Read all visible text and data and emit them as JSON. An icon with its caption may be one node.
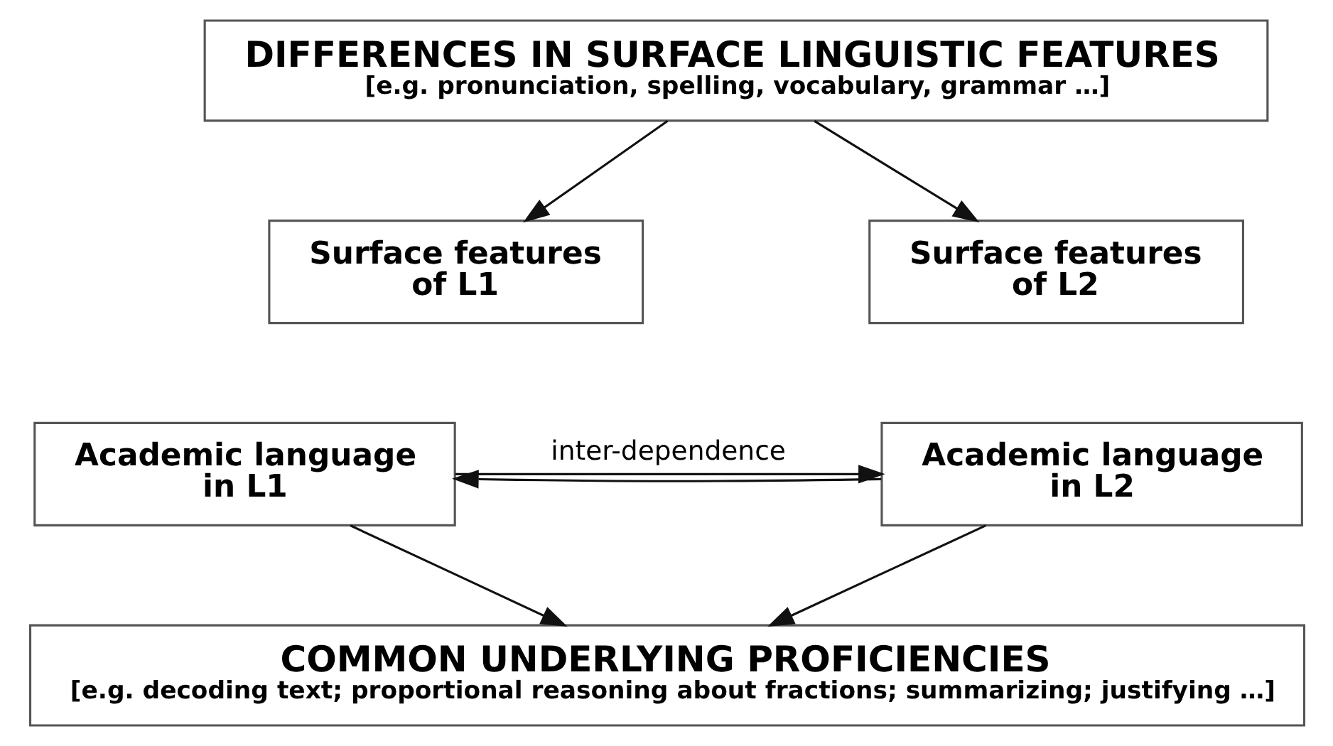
{
  "diagram": {
    "nodes": [
      {
        "text": [
          "DIFFERENCES IN SURFACE LINGUISTIC FEATURES",
          "[e.g. pronunciation, spelling, vocabulary, grammar …]"
        ]
      },
      {
        "text": [
          "Surface features of L1"
        ]
      },
      {
        "text": [
          "Surface features of L2"
        ]
      },
      {
        "text": [
          "Academic language in L1"
        ]
      },
      {
        "text": [
          "Academic language in L2"
        ]
      },
      {
        "text": [
          "COMMON UNDERLYING PROFICIENCIES",
          "[e.g. decoding text; proportional reasoning about fractions; summarizing; justifying …]"
        ]
      }
    ],
    "edges": [
      {
        "from": 0,
        "to": 1,
        "arrow": "to"
      },
      {
        "from": 0,
        "to": 2,
        "arrow": "to"
      },
      {
        "from": 3,
        "to": 4,
        "arrow": "to",
        "label": "inter-dependence"
      },
      {
        "from": 4,
        "to": 3,
        "arrow": "to"
      },
      {
        "from": 3,
        "to": 5,
        "arrow": "to"
      },
      {
        "from": 4,
        "to": 5,
        "arrow": "to"
      }
    ]
  }
}
